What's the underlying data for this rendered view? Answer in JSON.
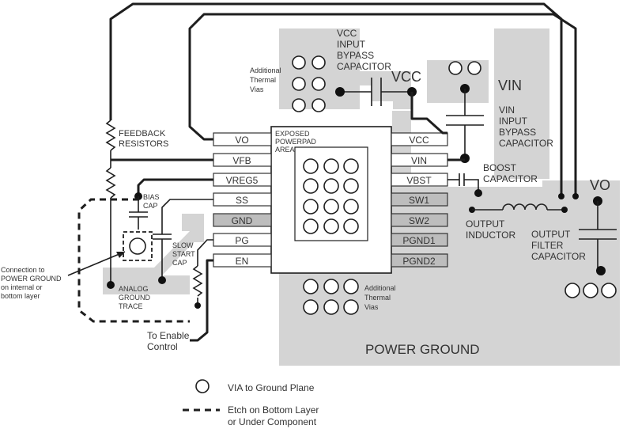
{
  "labels": {
    "vcc_cap": [
      "VCC",
      "INPUT",
      "BYPASS",
      "CAPACITOR"
    ],
    "vcc_net": "VCC",
    "vin_net": "VIN",
    "vin_cap": [
      "VIN",
      "INPUT",
      "BYPASS",
      "CAPACITOR"
    ],
    "thermal_vias_top": [
      "Additional",
      "Thermal",
      "Vias"
    ],
    "thermal_vias_bottom": [
      "Additional",
      "Thermal",
      "Vias"
    ],
    "feedback_resistors": [
      "FEEDBACK",
      "RESISTORS"
    ],
    "exposed_pad": [
      "EXPOSED",
      "POWERPAD",
      "AREA"
    ],
    "boost_cap": [
      "BOOST",
      "CAPACITOR"
    ],
    "vo_net": "VO",
    "output_inductor": [
      "OUTPUT",
      "INDUCTOR"
    ],
    "output_filter_cap": [
      "OUTPUT",
      "FILTER",
      "CAPACITOR"
    ],
    "bias_cap": [
      "BIAS",
      "CAP"
    ],
    "slow_start_cap": [
      "SLOW",
      "START",
      "CAP"
    ],
    "connection_note": [
      "Connection to",
      "POWER GROUND",
      "on internal or",
      "bottom layer"
    ],
    "analog_ground": [
      "ANALOG",
      "GROUND",
      "TRACE"
    ],
    "enable_control": [
      "To Enable",
      "Control"
    ],
    "power_ground": "POWER GROUND"
  },
  "pins_left": [
    "VO",
    "VFB",
    "VREG5",
    "SS",
    "GND",
    "PG",
    "EN"
  ],
  "pins_right": [
    "VCC",
    "VIN",
    "VBST",
    "SW1",
    "SW2",
    "PGND1",
    "PGND2"
  ],
  "legend": {
    "via": "VIA to Ground Plane",
    "etch": [
      "Etch on Bottom Layer",
      "or Under Component"
    ]
  }
}
